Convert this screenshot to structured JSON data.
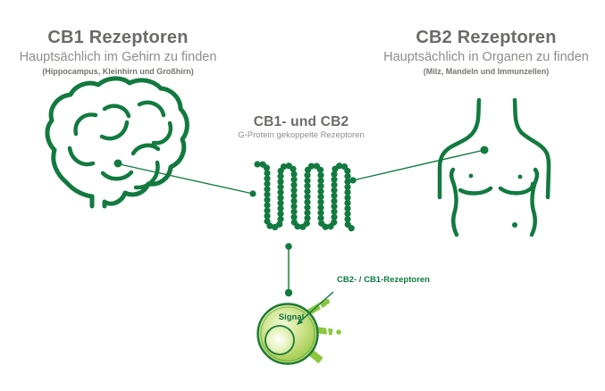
{
  "cb1": {
    "title": "CB1 Rezeptoren",
    "subtitle": "Hauptsächlich im Gehirn zu finden",
    "detail": "(Hippocampus, Kleinhirn und Großhirn)"
  },
  "cb2": {
    "title": "CB2 Rezeptoren",
    "subtitle": "Hauptsächlich in Organen zu finden",
    "detail": "(Milz, Mandeln und Immunzellen)"
  },
  "center": {
    "title": "CB1- und CB2",
    "subtitle": "G-Protein gekoppelte Rezeptoren"
  },
  "cell": {
    "signal_label": "Signal",
    "receptor_label": "CB2- / CB1-Rezeptoren"
  },
  "icons": {
    "brain": "brain-icon",
    "torso": "torso-icon",
    "receptor_coil": "gpcr-coil-icon",
    "cell": "cell-icon"
  },
  "colors": {
    "outline_green": "#127a3f",
    "light_green": "#8cc63e",
    "cell_fill": "#9aca4e",
    "title_gray": "#6b6b69",
    "subtitle_gray": "#8d8d8b",
    "label_green": "#0e7c3f"
  }
}
